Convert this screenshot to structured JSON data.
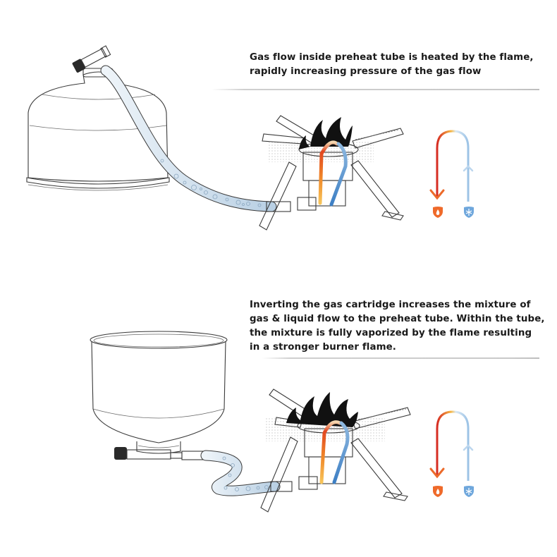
{
  "panels": [
    {
      "id": "upright",
      "caption": {
        "lines": [
          "Gas flow inside preheat tube is heated by the flame,",
          "rapidly increasing pressure of the gas flow"
        ]
      },
      "canister_orientation": "upright",
      "legend": {
        "hot_label_icon": "flame-shield-icon",
        "cold_label_icon": "snowflake-shield-icon",
        "hot_color": "#e8472a",
        "cold_color": "#5b9bd5"
      }
    },
    {
      "id": "inverted",
      "caption": {
        "lines": [
          "Inverting the gas cartridge increases the mixture of",
          "gas & liquid flow to the preheat tube. Within the tube,",
          "the mixture is fully vaporized by the flame resulting",
          "in a stronger burner flame."
        ]
      },
      "canister_orientation": "inverted",
      "legend": {
        "hot_label_icon": "flame-shield-icon",
        "cold_label_icon": "snowflake-shield-icon",
        "hot_color": "#e8472a",
        "cold_color": "#5b9bd5"
      }
    }
  ],
  "colors": {
    "text": "#1a1a1a",
    "line_art": "#3a3a3a",
    "hose_fill": "#c9dbea",
    "flame": "#111111",
    "hot_start": "#d62b22",
    "hot_end": "#f7b733",
    "cold_start": "#4a8fd1",
    "cold_end": "#dbe9f5",
    "divider": "#cccccc"
  }
}
